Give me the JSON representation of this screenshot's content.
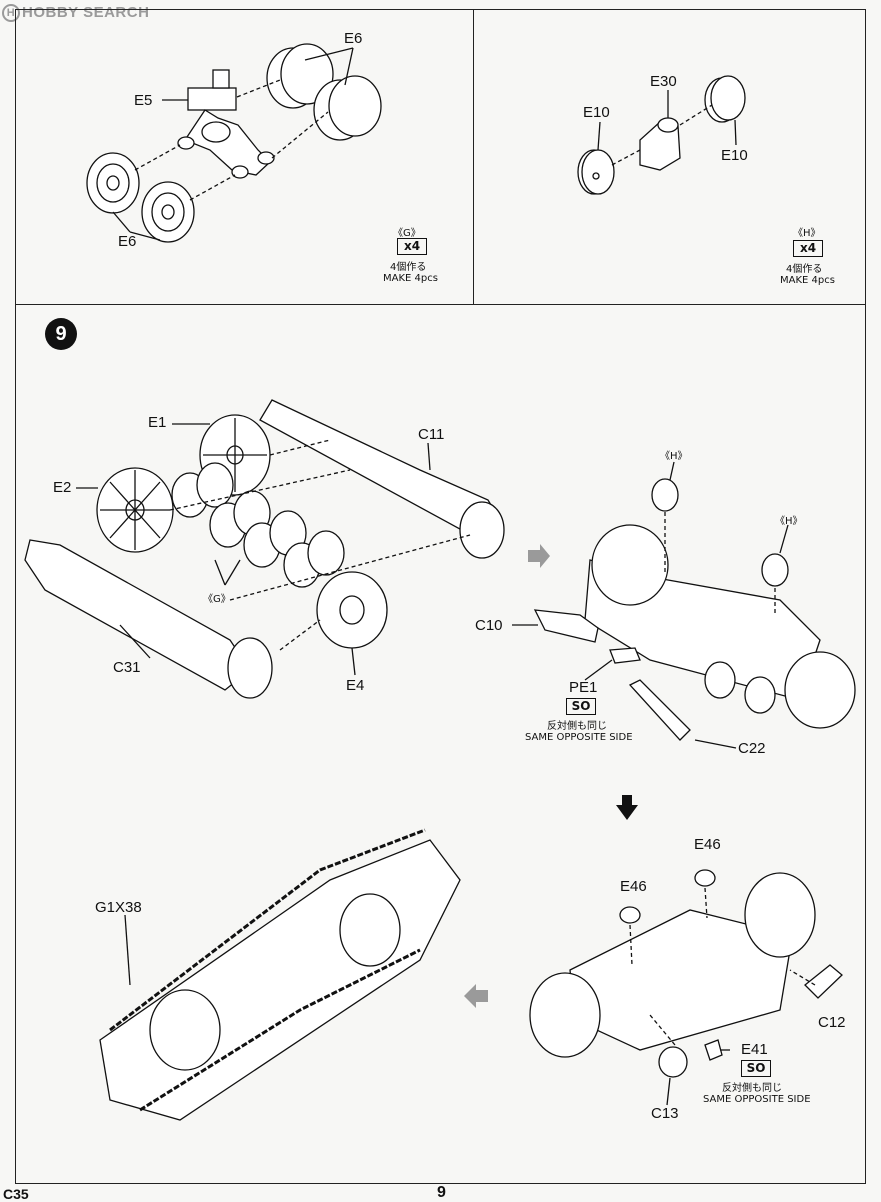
{
  "watermark": "HOBBY SEARCH",
  "panel_g": {
    "labels": {
      "e5": "E5",
      "e6_top": "E6",
      "e6_bottom": "E6"
    },
    "assembly_tag": "《G》",
    "multiplier": "x4",
    "make_jp": "4個作る",
    "make_en": "MAKE 4pcs"
  },
  "panel_h": {
    "labels": {
      "e30": "E30",
      "e10_left": "E10",
      "e10_right": "E10"
    },
    "assembly_tag": "《H》",
    "multiplier": "x4",
    "make_jp": "4個作る",
    "make_en": "MAKE 4pcs"
  },
  "step9": {
    "number": "9",
    "labels": {
      "e1": "E1",
      "e2": "E2",
      "c11": "C11",
      "c31": "C31",
      "e4": "E4",
      "g_tag": "《G》",
      "h_tag_1": "《H》",
      "h_tag_2": "《H》",
      "c10": "C10",
      "pe1": "PE1",
      "c22": "C22",
      "e46_1": "E46",
      "e46_2": "E46",
      "c12": "C12",
      "e41": "E41",
      "c13": "C13",
      "g1x38": "G1X38"
    },
    "so_badge": "SO",
    "note_jp": "反対側も同じ",
    "note_en": "SAME OPPOSITE SIDE"
  },
  "footer": {
    "left": "C35",
    "page": "9"
  },
  "colors": {
    "ink": "#111111",
    "paper": "#f7f7f5",
    "arrow_gray": "#9a9a9a"
  }
}
